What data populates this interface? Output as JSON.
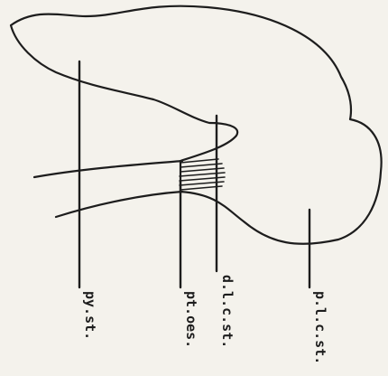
{
  "figure": {
    "labels": {
      "py_st": "py.st.",
      "pt_oes": "pt.oes.",
      "d_lc_st": "d.l.c.st.",
      "p_lc_st": "p.l.c.st."
    },
    "colors": {
      "ink": "#1d1d1d",
      "paper": "#f4f2ec"
    }
  }
}
